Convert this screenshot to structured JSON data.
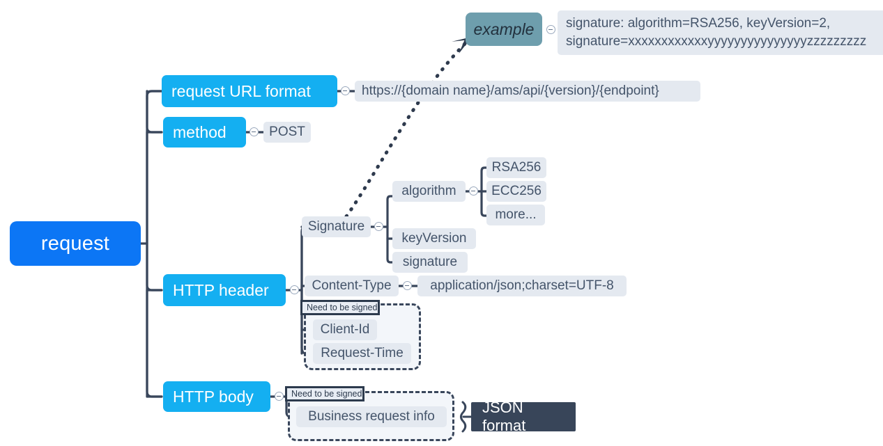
{
  "diagram": {
    "title": "request",
    "type": "mindmap",
    "background": "#ffffff",
    "colors": {
      "root": "#0C76F5",
      "branch": "#14AFF1",
      "chip": "#E4E9F0",
      "chip_text": "#44546A",
      "example": "#6E9EAD",
      "dark": "#384559",
      "wire": "#39465B",
      "dash_fill": "#F3F6FA"
    }
  },
  "root": {
    "label": "request"
  },
  "branches": [
    {
      "label": "request URL format"
    },
    {
      "label": "method"
    },
    {
      "label": "HTTP header"
    },
    {
      "label": "HTTP body"
    }
  ],
  "url": {
    "value": "https://{domain name}/ams/api/{version}/{endpoint}"
  },
  "method": {
    "value": "POST"
  },
  "example": {
    "label": "example",
    "text_line1": "signature: algorithm=RSA256, keyVersion=2,",
    "text_line2": "signature=xxxxxxxxxxxxyyyyyyyyyyyyyyyzzzzzzzzz"
  },
  "header": {
    "signature": {
      "label": "Signature",
      "children": [
        {
          "label": "algorithm"
        },
        {
          "label": "keyVersion"
        },
        {
          "label": "signature"
        }
      ],
      "algorithm_options": [
        {
          "label": "RSA256"
        },
        {
          "label": "ECC256"
        },
        {
          "label": "more..."
        }
      ]
    },
    "content_type": {
      "label": "Content-Type",
      "value": "application/json;charset=UTF-8"
    },
    "signed_group": {
      "tag": "Need to be signed",
      "items": [
        {
          "label": "Client-Id"
        },
        {
          "label": "Request-Time"
        }
      ]
    }
  },
  "body": {
    "signed_group": {
      "tag": "Need to be signed",
      "items": [
        {
          "label": "Business request info"
        }
      ]
    },
    "format": {
      "label": "JSON format"
    }
  },
  "icons": {
    "collapse": "minus-circle-icon",
    "brace": "curly-brace-icon",
    "arrow": "dotted-arrow-icon"
  }
}
